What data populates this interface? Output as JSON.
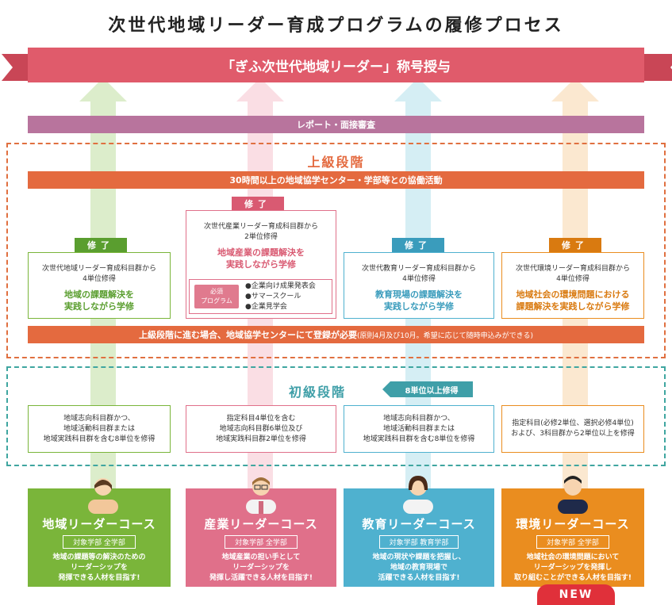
{
  "title": "次世代地域リーダー育成プログラムの履修プロセス",
  "award": "「ぎふ次世代地域リーダー」称号授与",
  "report_bar": "レポート・面接審査",
  "advanced": {
    "title": "上級段階",
    "collab_bar": "30時間以上の地域協学センター・学部等との協働活動",
    "register_bar_main": "上級段階に進む場合、地域協学センターにて登録が必要",
    "register_bar_note": "(原則4月及び10月。希望に応じて随時申込みができる)",
    "cards": [
      {
        "completion": "修了",
        "line1": "次世代地域リーダー育成科目群から",
        "line2": "4単位修得",
        "big1": "地域の課題解決を",
        "big2": "実践しながら学修"
      },
      {
        "completion": "修了",
        "line1": "次世代産業リーダー育成科目群から",
        "line2": "2単位修得",
        "big1": "地域産業の課題解決を",
        "big2": "実践しながら学修",
        "required_label1": "必須",
        "required_label2": "プログラム",
        "required_items": [
          "●企業向け成果発表会",
          "●サマースクール",
          "●企業見学会"
        ]
      },
      {
        "completion": "修了",
        "line1": "次世代教育リーダー育成科目群から",
        "line2": "4単位修得",
        "big1": "教育現場の課題解決を",
        "big2": "実践しながら学修"
      },
      {
        "completion": "修了",
        "line1": "次世代環境リーダー育成科目群から",
        "line2": "4単位修得",
        "big1": "地域社会の環境問題における",
        "big2": "課題解決を実践しながら学修"
      }
    ]
  },
  "beginner": {
    "title": "初級段階",
    "tag": "8単位以上修得",
    "cards": [
      {
        "l1": "地域志向科目群かつ、",
        "l2": "地域活動科目群または",
        "l3": "地域実践科目群を含む8単位を修得"
      },
      {
        "l1": "指定科目4単位を含む",
        "l2": "地域志向科目群6単位及び",
        "l3": "地域実践科目群2単位を修得"
      },
      {
        "l1": "地域志向科目群かつ、",
        "l2": "地域活動科目群または",
        "l3": "地域実践科目群を含む8単位を修得"
      },
      {
        "l1": "指定科目(必修2単位、選択必修4単位)",
        "l2": "および、3科目群から2単位以上を修得",
        "l3": ""
      }
    ]
  },
  "courses": [
    {
      "name": "地域リーダーコース",
      "target": "対象学部 全学部",
      "d1": "地域の課題等の解決のための",
      "d2": "リーダーシップを",
      "d3": "発揮できる人材を目指す!"
    },
    {
      "name": "産業リーダーコース",
      "target": "対象学部 全学部",
      "d1": "地域産業の担い手として",
      "d2": "リーダーシップを",
      "d3": "発揮し活躍できる人材を目指す!"
    },
    {
      "name": "教育リーダーコース",
      "target": "対象学部 教育学部",
      "d1": "地域の現状や課題を把握し、",
      "d2": "地域の教育現場で",
      "d3": "活躍できる人材を目指す!"
    },
    {
      "name": "環境リーダーコース",
      "target": "対象学部 全学部",
      "d1": "地域社会の環境問題において",
      "d2": "リーダーシップを発揮し",
      "d3": "取り組むことができる人材を目指す!"
    }
  ],
  "new_badge": "NEW",
  "colors": {
    "green": "#7ab53a",
    "pink": "#e0708a",
    "blue": "#4fb1cf",
    "orange": "#ea8d1f"
  }
}
